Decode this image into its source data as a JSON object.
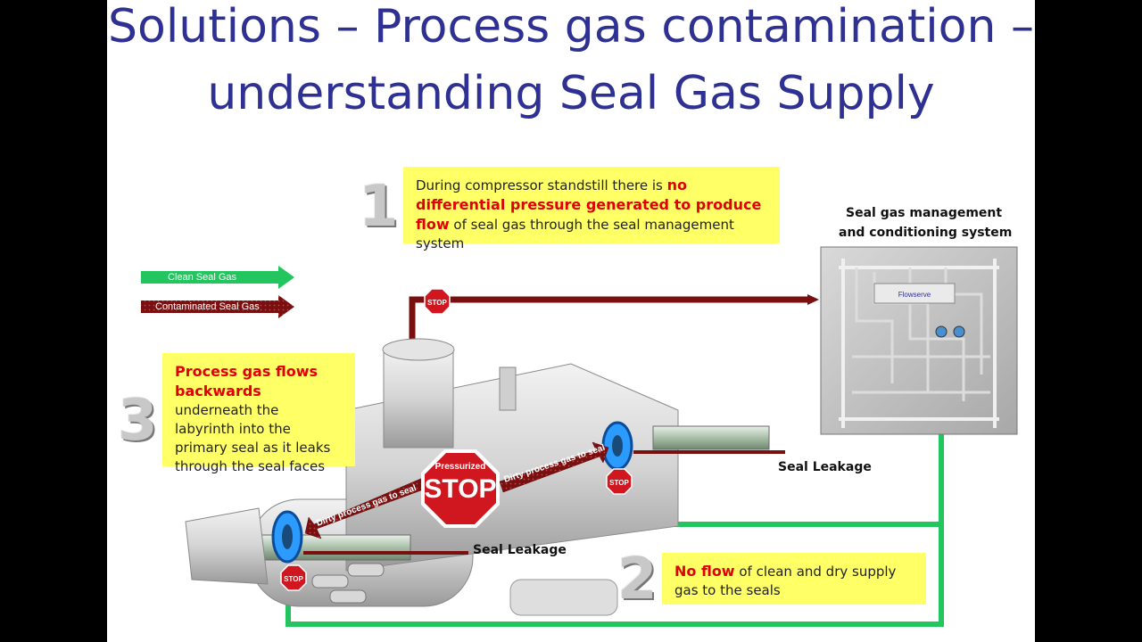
{
  "title": {
    "line1": "Solutions – Process gas contamination –",
    "line2": "understanding Seal Gas Supply"
  },
  "legend": {
    "clean": "Clean Seal Gas",
    "contaminated": "Contaminated Seal Gas"
  },
  "callout1": {
    "number": "1",
    "pre": "During compressor standstill there is ",
    "highlight": "no differential pressure generated to produce flow",
    "post": " of seal gas through the seal management system"
  },
  "callout2": {
    "number": "2",
    "highlight": "No flow",
    "post": " of clean and dry supply gas to the seals"
  },
  "callout3": {
    "number": "3",
    "highlight": "Process gas flows backwards",
    "post": " underneath the labyrinth into the primary seal as it leaks through the seal faces"
  },
  "system_label": {
    "line1": "Seal gas management",
    "line2": "and conditioning system"
  },
  "labels": {
    "seal_leakage_right": "Seal Leakage",
    "seal_leakage_left": "Seal Leakage",
    "dirty_left": "Dirty process gas to seal",
    "dirty_right": "Dirty process gas to seal"
  },
  "stop_signs": {
    "small": "STOP",
    "big_top": "Pressurized",
    "big_main": "STOP"
  },
  "panel_brand": "Flowserve",
  "colors": {
    "title": "#2e3192",
    "clean_gas": "#22c55e",
    "contaminated_gas": "#7a0f0f",
    "callout_bg": "#ffff66",
    "highlight": "#e00000",
    "stop": "#d0161e"
  }
}
